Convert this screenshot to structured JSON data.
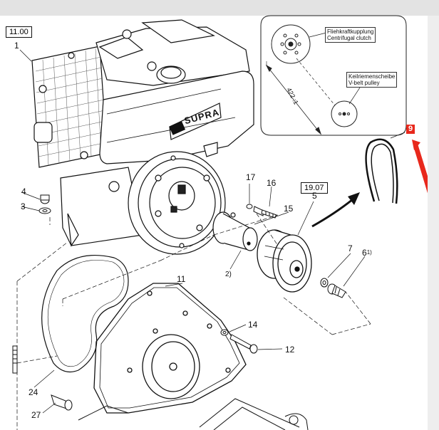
{
  "ref_boxes": {
    "main": "11.00",
    "pulley_ref": "19.07"
  },
  "highlight": {
    "label": "9",
    "color": "#e8281c"
  },
  "brand": "SUPRA",
  "detail": {
    "clutch_de": "Fliehkraftkupplung",
    "clutch_en": "Centrifugal clutch",
    "pulley_de": "Keilriemenscheibe",
    "pulley_en": "V-belt pulley",
    "dimension": "422 :1"
  },
  "parts": {
    "p1": "1",
    "p3": "3",
    "p4": "4",
    "p5": "5",
    "p6": "6",
    "p6_note": "1)",
    "p7": "7",
    "p11": "11",
    "p12": "12",
    "p14": "14",
    "p15": "15",
    "p16": "16",
    "p17": "17",
    "p24": "24",
    "p27": "27",
    "note2": "2)"
  }
}
